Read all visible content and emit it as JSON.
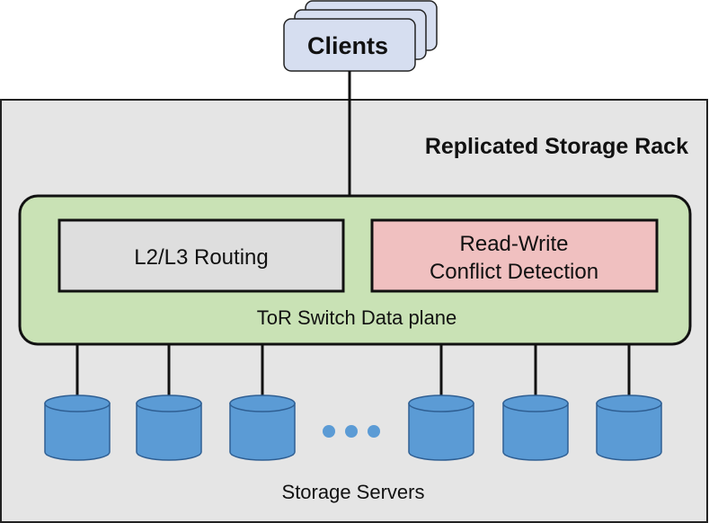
{
  "clients": {
    "label": "Clients"
  },
  "rack": {
    "title": "Replicated Storage Rack"
  },
  "switch": {
    "label": "ToR Switch Data plane",
    "routing_label": "L2/L3 Routing",
    "conflict_label_line1": "Read-Write",
    "conflict_label_line2": "Conflict Detection"
  },
  "servers": {
    "label": "Storage Servers",
    "count": 6
  },
  "colors": {
    "rack_fill": "#e5e5e5",
    "switch_fill": "#c9e2b5",
    "routing_fill": "#dedede",
    "conflict_fill": "#f0c0c0",
    "client_fill": "#d6def0",
    "client_stroke": "#8f9bbf",
    "cylinder_fill": "#5b9bd5",
    "cylinder_stroke": "#2f5f93",
    "dots": "#5b9bd5"
  },
  "icons": {
    "client_stack": "stacked-cards-icon",
    "server": "database-cylinder-icon",
    "more": "ellipsis-icon"
  }
}
